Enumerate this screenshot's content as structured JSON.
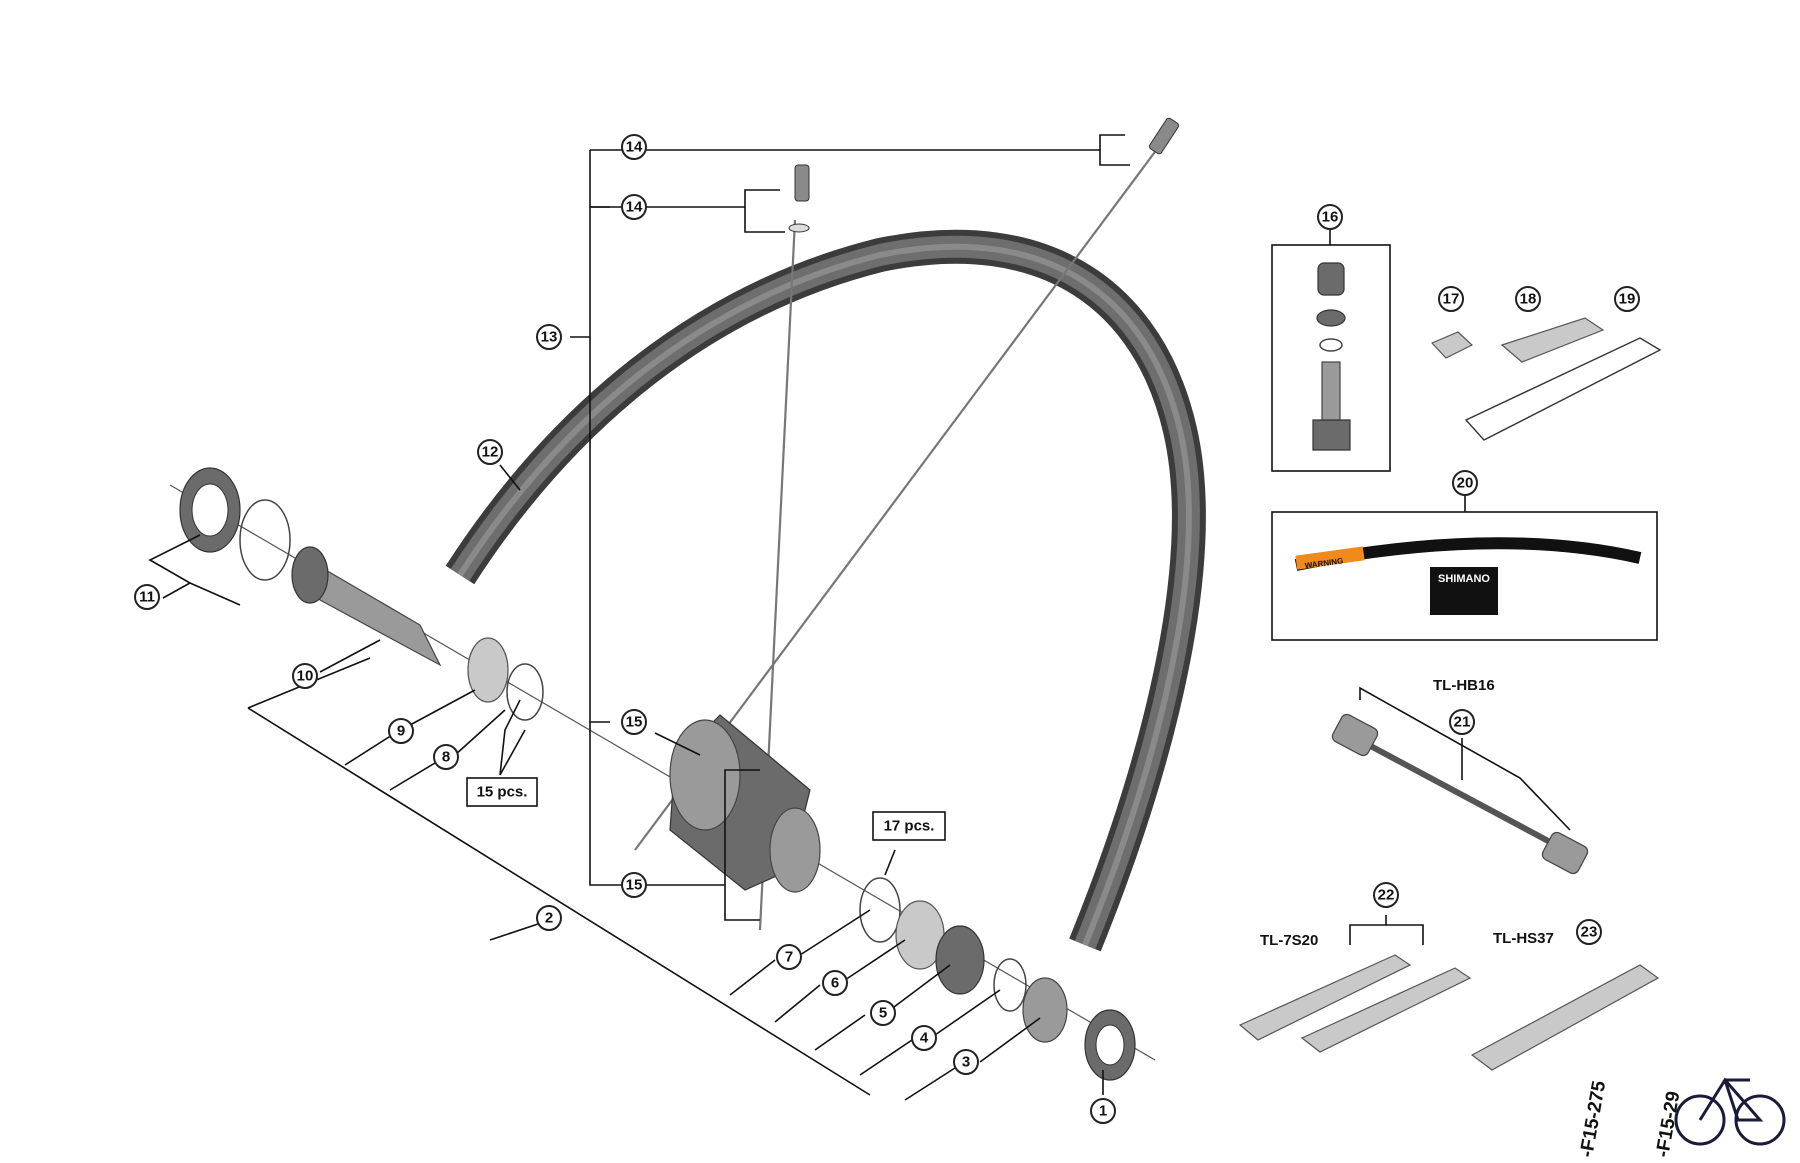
{
  "callouts": [
    "1",
    "2",
    "3",
    "4",
    "5",
    "6",
    "7",
    "8",
    "9",
    "10",
    "11",
    "12",
    "13",
    "14",
    "14",
    "15",
    "15",
    "16",
    "17",
    "18",
    "19",
    "20",
    "21",
    "22",
    "23"
  ],
  "quantities": {
    "q15": "15 pcs.",
    "q17": "17 pcs."
  },
  "tools": {
    "hb16": "TL-HB16",
    "s20": "TL-7S20",
    "hs37": "TL-HS37"
  },
  "sticker": {
    "warning": "WARNING",
    "brand": "SHIMANO"
  },
  "codes": {
    "c275": "-F15-275",
    "c29": "-F15-29"
  },
  "colors": {
    "rim": "#4a4a4a",
    "warning_orange": "#f08a1c"
  },
  "icons": [
    "bicycle-icon"
  ]
}
